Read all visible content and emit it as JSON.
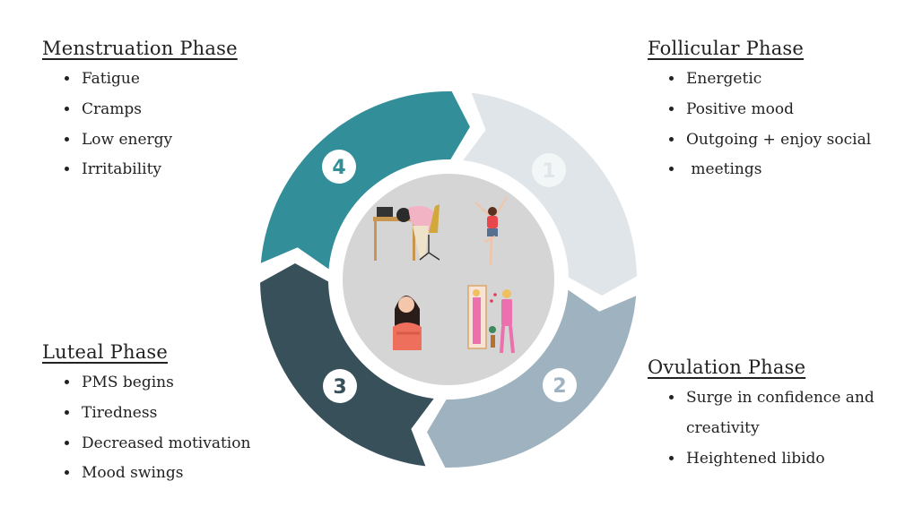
{
  "phases": {
    "menstruation": {
      "title": "Menstruation Phase",
      "items": [
        "Fatigue",
        "Cramps",
        "Low energy",
        "Irritability"
      ],
      "number": "4",
      "color": "#328E98"
    },
    "follicular": {
      "title": "Follicular Phase",
      "items": [
        "Energetic",
        "Positive mood",
        "Outgoing + enjoy social",
        " meetings"
      ],
      "number": "1",
      "color": "#E0E5E9"
    },
    "ovulation": {
      "title": "Ovulation Phase",
      "items": [
        "Surge in confidence and creativity",
        "Heightened libido"
      ],
      "number": "2",
      "color": "#9EB2C0"
    },
    "luteal": {
      "title": "Luteal Phase",
      "items": [
        "PMS begins",
        "Tiredness",
        "Decreased motivation",
        "Mood swings"
      ],
      "number": "3",
      "color": "#37505A"
    }
  }
}
